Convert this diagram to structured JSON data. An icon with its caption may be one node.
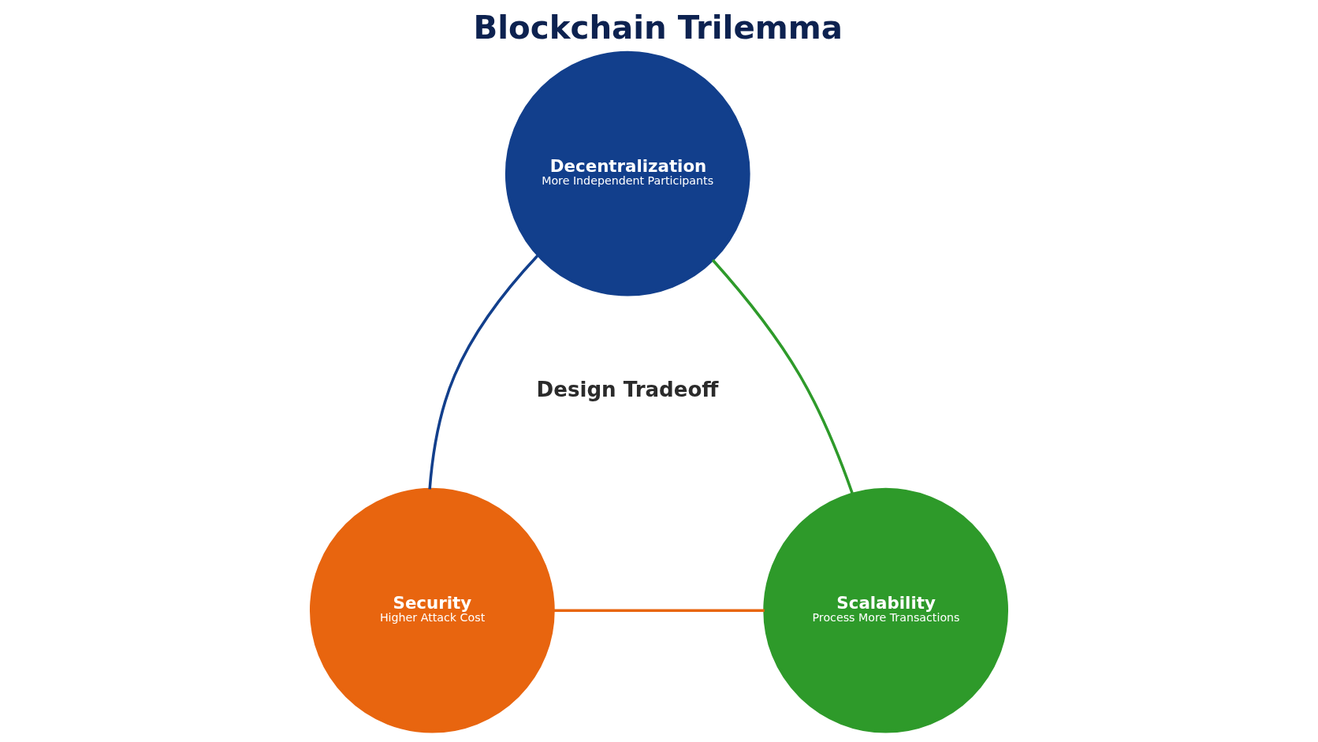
{
  "diagram": {
    "title": "Blockchain Trilemma",
    "nodes": [
      {
        "text": [
          "Decentralization",
          "More Independent Participants"
        ]
      },
      {
        "text": [
          "Security",
          "Higher Attack Cost"
        ]
      },
      {
        "text": [
          "Scalability",
          "Process More Transactions"
        ]
      }
    ],
    "edges": [
      {
        "from": 0,
        "to": 1,
        "arrow": "none",
        "color": "#123f8c"
      },
      {
        "from": 0,
        "to": 2,
        "arrow": "none",
        "color": "#2e9a2a"
      },
      {
        "from": 1,
        "to": 2,
        "arrow": "none",
        "color": "#e8650f"
      }
    ],
    "labels": [
      "Design Tradeoff"
    ]
  }
}
